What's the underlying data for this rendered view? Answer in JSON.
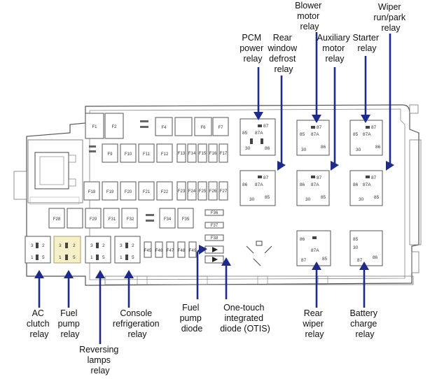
{
  "colors": {
    "arrow": "#1f2b8a",
    "outline": "#555555",
    "highlight": "#f6efc8"
  },
  "labels": {
    "pcm_power_relay": [
      "PCM",
      "power",
      "relay"
    ],
    "rear_window_defrost_relay": [
      "Rear",
      "window",
      "defrost",
      "relay"
    ],
    "blower_motor_relay": [
      "Blower",
      "motor",
      "relay"
    ],
    "auxiliary_motor_relay": [
      "Auxiliary",
      "motor",
      "relay"
    ],
    "starter_relay": [
      "Starter",
      "relay"
    ],
    "wiper_run_park_relay": [
      "Wiper",
      "run/park",
      "relay"
    ],
    "ac_clutch_relay": [
      "AC",
      "clutch",
      "relay"
    ],
    "fuel_pump_relay": [
      "Fuel",
      "pump",
      "relay"
    ],
    "reversing_lamps_relay": [
      "Reversing",
      "lamps",
      "relay"
    ],
    "console_refrigeration_relay": [
      "Console",
      "refrigeration",
      "relay"
    ],
    "fuel_pump_diode": [
      "Fuel",
      "pump",
      "diode"
    ],
    "otis": [
      "One-touch",
      "integrated",
      "diode (OTIS)"
    ],
    "rear_wiper_relay": [
      "Rear",
      "wiper",
      "relay"
    ],
    "battery_charge_relay": [
      "Battery",
      "charge",
      "relay"
    ]
  },
  "fuses": {
    "f1": "F1",
    "f2": "F2",
    "f4": "F4",
    "f6": "F6",
    "f7": "F7",
    "f9": "F9",
    "f10": "F10",
    "f11": "F11",
    "f12": "F12",
    "f13": "F13",
    "f14": "F14",
    "f15": "F15",
    "f16": "F16",
    "f17": "F17",
    "f18": "F18",
    "f19": "F19",
    "f20": "F20",
    "f21": "F21",
    "f22": "F22",
    "f23": "F23",
    "f24": "F24",
    "f25": "F25",
    "f26": "F26",
    "f27": "F27",
    "f28": "F28",
    "f29": "F29",
    "f31": "F31",
    "f32": "F32",
    "f34": "F34",
    "f35": "F35",
    "f36": "F36",
    "f37": "F37",
    "f38": "F38",
    "f45": "F45",
    "f46": "F46",
    "f47": "F47",
    "f48": "F48",
    "f49": "F49"
  },
  "pins": {
    "p85": "85",
    "p86": "86",
    "p87": "87",
    "p87a": "87A",
    "p30": "30",
    "p1": "1",
    "p2": "2",
    "p3": "3",
    "p5": "5"
  }
}
